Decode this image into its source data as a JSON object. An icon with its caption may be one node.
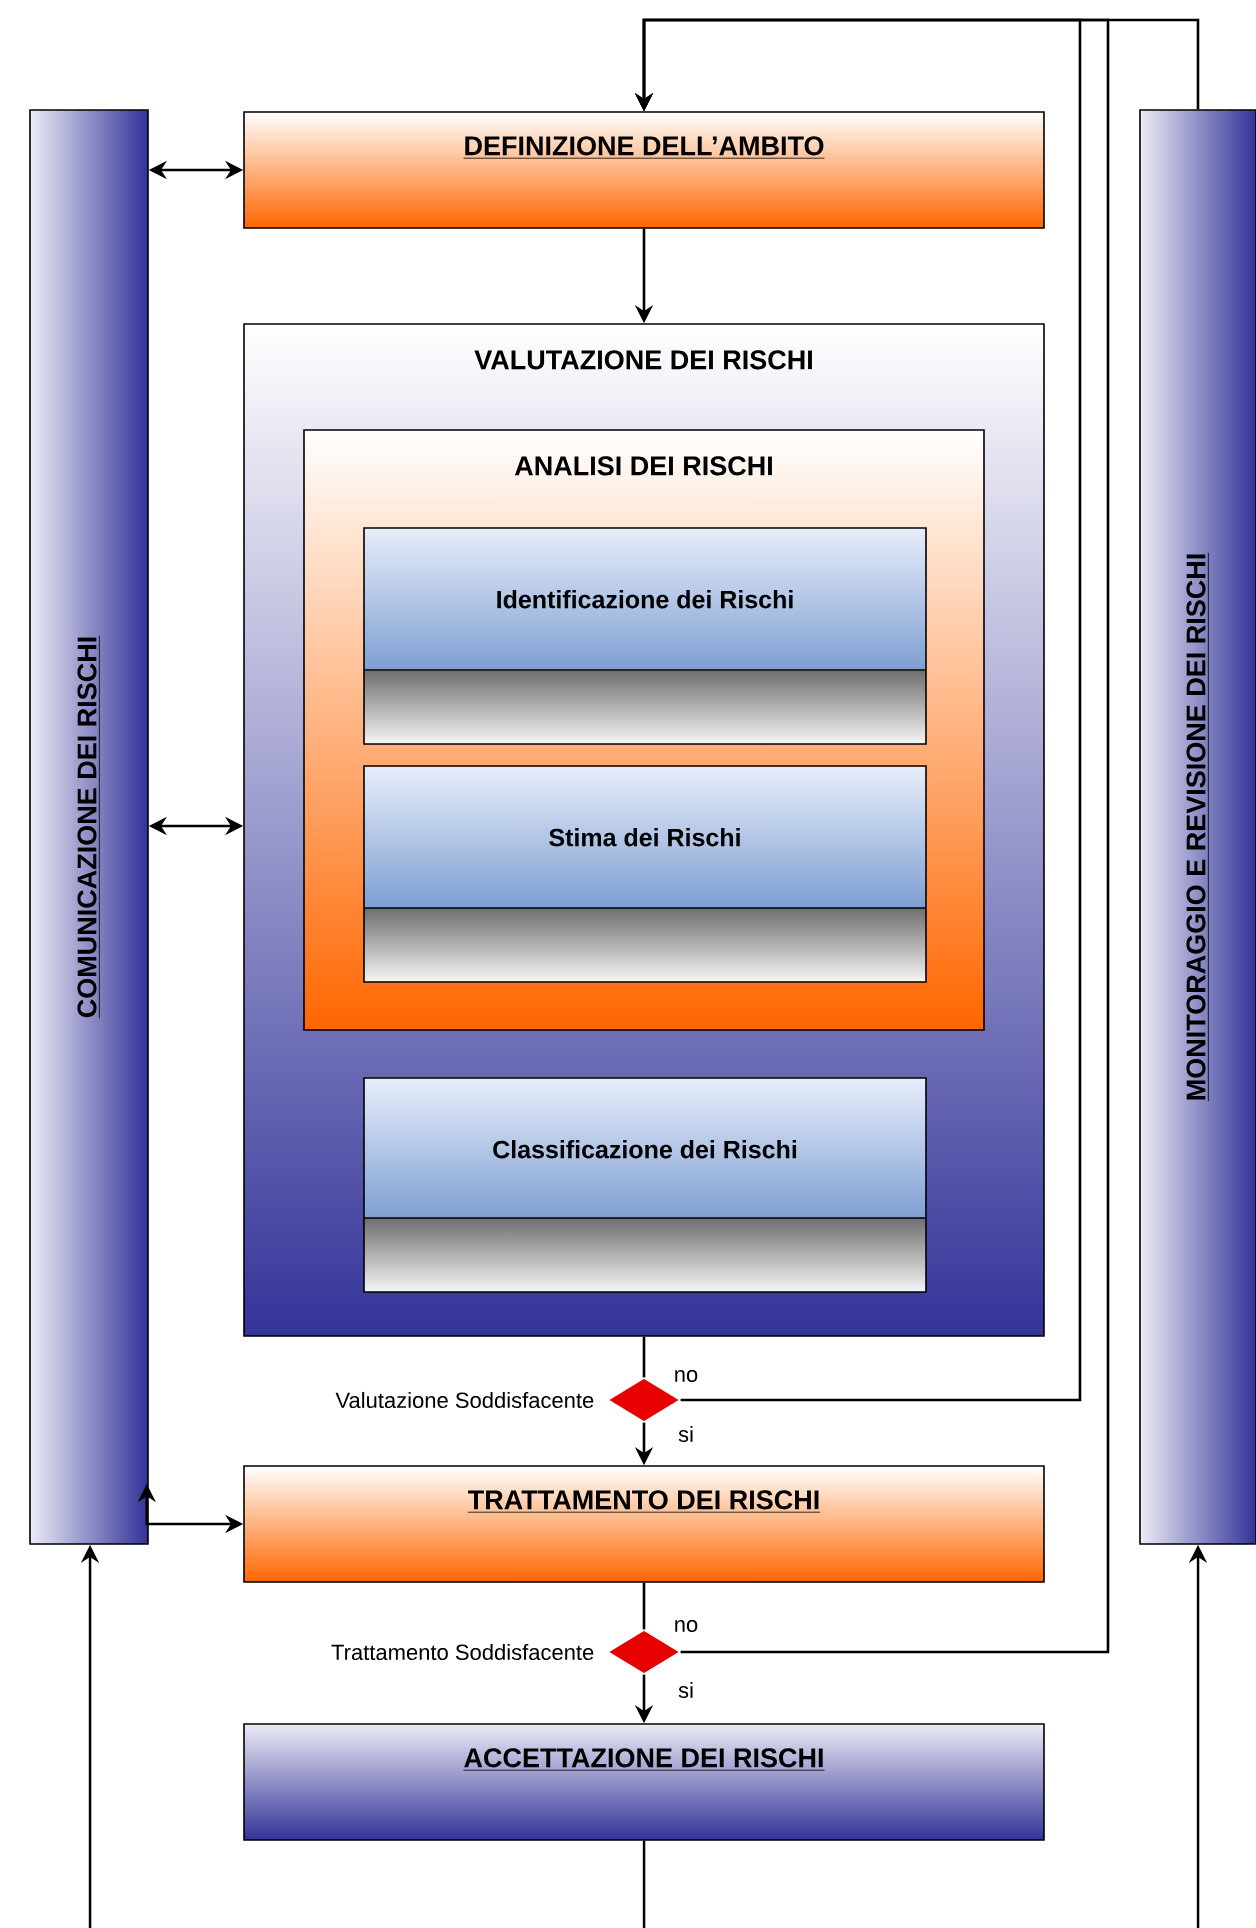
{
  "diagram": {
    "nodes": [
      {
        "text": [
          "COMUNICAZIONE DEI RISCHI"
        ]
      },
      {
        "text": [
          "DEFINIZIONE DELL’AMBITO"
        ]
      },
      {
        "text": [
          "VALUTAZIONE DEI RISCHI"
        ]
      },
      {
        "text": [
          "ANALISI DEI RISCHI"
        ],
        "in": 2
      },
      {
        "text": [
          "Identificazione dei Rischi"
        ],
        "in": 3
      },
      {
        "text": [
          "Stima dei Rischi"
        ],
        "in": 3
      },
      {
        "text": [
          "Classificazione dei Rischi"
        ],
        "in": 2
      },
      {
        "text": [],
        "shape": "diamond",
        "beside": [
          "Valutazione Soddisfacente"
        ]
      },
      {
        "text": [
          "TRATTAMENTO DEI RISCHI"
        ]
      },
      {
        "text": [],
        "shape": "diamond",
        "beside": [
          "Trattamento Soddisfacente"
        ]
      },
      {
        "text": [
          "ACCETTAZIONE DEI RISCHI"
        ]
      },
      {
        "text": [
          "MONITORAGGIO E REVISIONE DEI RISCHI"
        ]
      }
    ],
    "edges": [
      {
        "from": 0,
        "to": 1,
        "arrow": "both"
      },
      {
        "from": 1,
        "to": 2,
        "arrow": "to"
      },
      {
        "from": 0,
        "to": 2,
        "arrow": "both"
      },
      {
        "from": 2,
        "to": 7,
        "arrow": "none"
      },
      {
        "from": 7,
        "to": 8,
        "arrow": "to",
        "label": "si"
      },
      {
        "from": 7,
        "to": 1,
        "arrow": "to",
        "label": "no"
      },
      {
        "from": 0,
        "to": 8,
        "arrow": "both"
      },
      {
        "from": 8,
        "to": 9,
        "arrow": "none"
      },
      {
        "from": 9,
        "to": 10,
        "arrow": "to",
        "label": "si"
      },
      {
        "from": 9,
        "to": 1,
        "arrow": "to",
        "label": "no"
      },
      {
        "from": 11,
        "to": 1,
        "arrow": "to"
      },
      {
        "from": 10,
        "to": null,
        "arrow": "none"
      },
      {
        "from": null,
        "to": 0,
        "arrow": "to"
      },
      {
        "from": null,
        "to": 11,
        "arrow": "to"
      }
    ]
  }
}
